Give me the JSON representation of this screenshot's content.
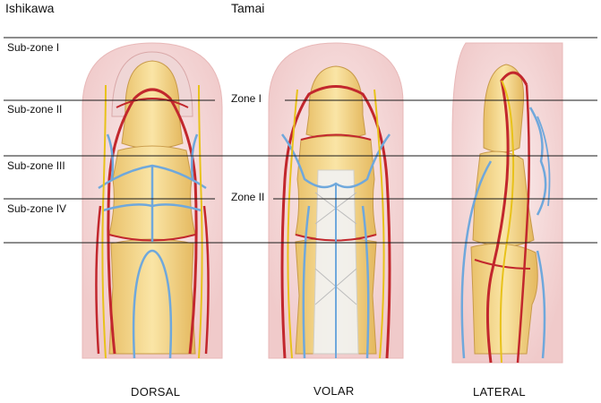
{
  "headers": {
    "left": "Ishikawa",
    "center": "Tamai"
  },
  "subzones": [
    "Sub-zone I",
    "Sub-zone II",
    "Sub-zone III",
    "Sub-zone IV"
  ],
  "zones": [
    "Zone I",
    "Zone II"
  ],
  "views": [
    "DORSAL",
    "VOLAR",
    "LATERAL"
  ],
  "colors": {
    "artery": "#c2272d",
    "vein": "#6fa8dc",
    "nerve": "#e8c21a",
    "bone": "#f3d68a",
    "skin": "#f6dcdc",
    "ligament": "#f2f2f2"
  }
}
